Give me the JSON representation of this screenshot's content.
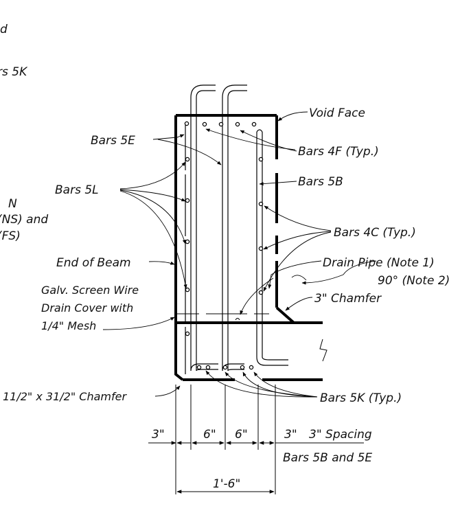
{
  "labels": {
    "void_face": "Void Face",
    "bars_5e": "Bars 5E",
    "bars_4f": "Bars 4F (Typ.)",
    "bars_5b": "Bars 5B",
    "bars_5l": "Bars 5L",
    "bars_4c": "Bars 4C (Typ.)",
    "end_of_beam": "End of Beam",
    "drain_pipe": "Drain Pipe (Note 1)",
    "angle_90": "90° (Note 2)",
    "chamfer_3": "3\" Chamfer",
    "screen_line1": "Galv. Screen Wire",
    "screen_line2": "Drain Cover with",
    "screen_line3": "1/4\" Mesh",
    "chamfer_bottom": "11/2\" x 31/2\" Chamfer",
    "bars_5k_typ": "Bars 5K (Typ.)",
    "spacing_note": "3\" Spacing",
    "spacing_bars": "Bars 5B and 5E"
  },
  "cut_text": {
    "top_left_1": "d",
    "top_left_2": "rs 5K",
    "left_n": "N",
    "left_ns": "(NS) and",
    "left_fs": "(FS)"
  },
  "dimensions": {
    "d1": "3\"",
    "d2": "6\"",
    "d3": "6\"",
    "d4": "3\"",
    "total": "1'-6\""
  }
}
